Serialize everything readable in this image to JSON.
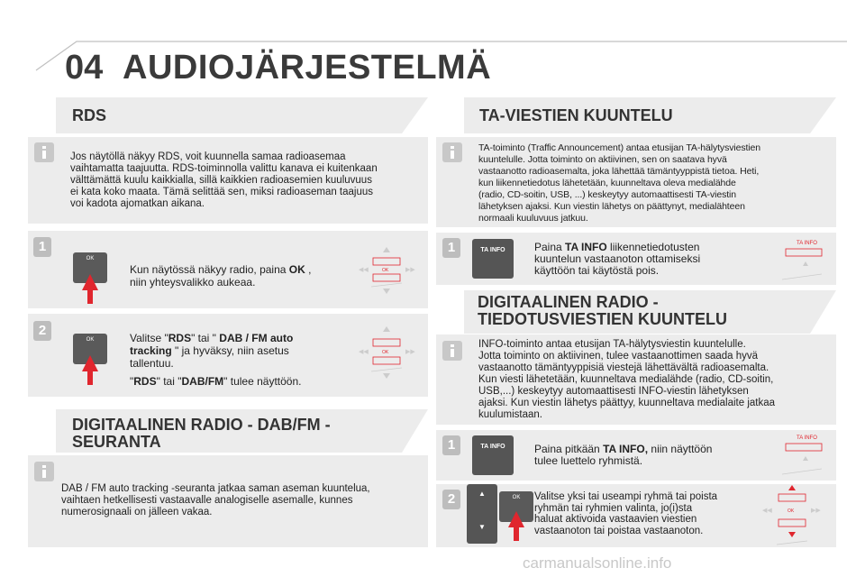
{
  "chapter": {
    "number": "04",
    "title": "AUDIOJÄRJESTELMÄ"
  },
  "rds": {
    "heading": "RDS",
    "info": [
      "Jos näytöllä näkyy RDS, voit kuunnella samaa radioasemaa",
      "vaihtamatta taajuutta. RDS-toiminnolla valittu kanava ei kuitenkaan",
      "välttämättä kuulu kaikkialla, sillä kaikkien radioasemien kuuluvuus",
      "ei kata koko maata. Tämä selittää sen, miksi radioaseman taajuus",
      "voi kadota ajomatkan aikana."
    ],
    "step1": {
      "line1_a": "Kun näytössä näkyy radio, paina ",
      "line1_b": "OK",
      "line1_c": " ,",
      "line2": "niin yhteysvalikko aukeaa."
    },
    "step2": {
      "l1a": "Valitse \"",
      "l1b": "RDS",
      "l1c": "\" tai \" ",
      "l1d": "DAB / FM auto",
      "l2a": "tracking",
      "l2b": " \" ja hyväksy, niin asetus",
      "l3": "tallentuu.",
      "l4a": "\"",
      "l4b": "RDS",
      "l4c": "\" tai \"",
      "l4d": "DAB/FM",
      "l4e": "\" tulee näyttöön."
    }
  },
  "dab": {
    "heading1": "DIGITAALINEN RADIO - DAB/FM -",
    "heading2": "SEURANTA",
    "info": [
      "DAB / FM auto tracking -seuranta jatkaa saman aseman kuuntelua,",
      "vaihtaen hetkellisesti vastaavalle analogiselle asemalle, kunnes",
      "numerosignaali on jälleen vakaa."
    ]
  },
  "ta": {
    "heading": "TA-VIESTIEN KUUNTELU",
    "info": [
      "TA-toiminto (Traffic Announcement) antaa etusijan TA-hälytysviestien",
      "kuuntelulle. Jotta toiminto on aktiivinen, sen on saatava hyvä",
      "vastaanotto radioasemalta, joka lähettää tämäntyyppistä tietoa. Heti,",
      "kun liikennetiedotus lähetetään, kuunneltava oleva medialähde",
      "(radio, CD-soitin, USB, ...) keskeytyy automaattisesti TA-viestin",
      "lähetyksen ajaksi. Kun viestin lähetys on päättynyt, medialähteen",
      "normaali kuuluvuus jatkuu."
    ],
    "step1": {
      "a": "Paina ",
      "b": "TA INFO",
      "c": " liikennetiedotusten",
      "l2": "kuuntelun vastaanoton ottamiseksi",
      "l3": "käyttöön tai käytöstä pois."
    }
  },
  "dr": {
    "heading1": "DIGITAALINEN RADIO -",
    "heading2": "TIEDOTUSVIESTIEN KUUNTELU",
    "info": [
      "INFO-toiminto antaa etusijan TA-hälytysviestin kuuntelulle.",
      "Jotta toiminto on aktiivinen, tulee vastaanottimen saada hyvä",
      "vastaanotto tämäntyyppisiä viestejä lähettävältä radioasemalta.",
      "Kun viesti lähetetään, kuunneltava medialähde (radio, CD-soitin,",
      "USB,...) keskeytyy automaattisesti INFO-viestin lähetyksen",
      "ajaksi. Kun viestin lähetys päättyy, kuunneltava medialaite jatkaa",
      "kuulumistaan."
    ],
    "step1": {
      "a": "Paina pitkään ",
      "b": "TA INFO,",
      "c": " niin näyttöön",
      "l2": "tulee luettelo ryhmistä."
    },
    "step2": [
      "Valitse yksi tai useampi ryhmä tai poista",
      "ryhmän tai ryhmien valinta, jo(i)sta",
      "haluat aktivoida vastaavien viestien",
      "vastaanoton tai poistaa vastaanoton."
    ]
  },
  "labels": {
    "ok": "OK",
    "ta_info": "TA INFO",
    "one": "1",
    "two": "2"
  },
  "footer": "carmanualsonline.info",
  "colors": {
    "accent": "#e0262e",
    "panel": "#ececec",
    "step": "#bdbdbd"
  }
}
